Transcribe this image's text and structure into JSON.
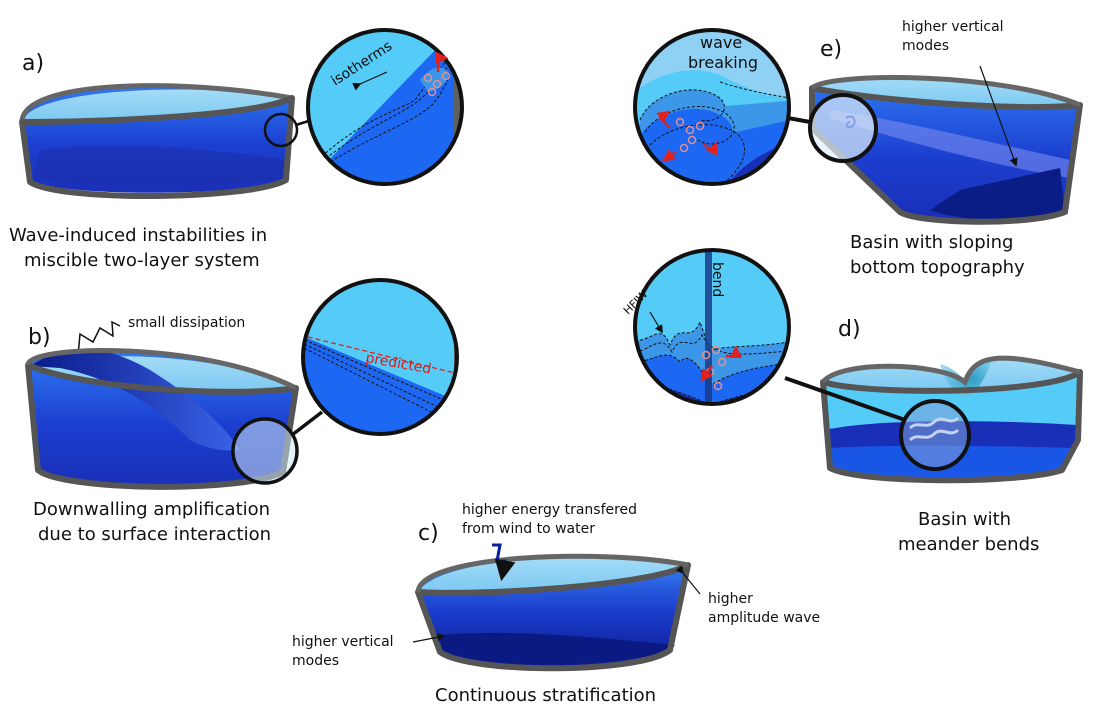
{
  "panels": {
    "a": {
      "letter": "a)",
      "caption_line1": "Wave-induced instabilities in",
      "caption_line2": "miscible two-layer system",
      "zoom_label": "isotherms"
    },
    "b": {
      "letter": "b)",
      "caption_line1": "Downwalling amplification",
      "caption_line2": "due to surface interaction",
      "annotation": "small dissipation",
      "zoom_label": "predicted"
    },
    "c": {
      "letter": "c)",
      "caption": "Continuous stratification",
      "annotation_top_line1": "higher energy transfered",
      "annotation_top_line2": "from wind to water",
      "annotation_right_line1": "higher",
      "annotation_right_line2": "amplitude wave",
      "annotation_left_line1": "higher vertical",
      "annotation_left_line2": "modes"
    },
    "d": {
      "letter": "d)",
      "caption_line1": "Basin with",
      "caption_line2": "meander bends",
      "zoom_label_bend": "bend",
      "zoom_label_hfiw": "HFIW"
    },
    "e": {
      "letter": "e)",
      "caption_line1": "Basin with sloping",
      "caption_line2": "bottom topography",
      "annotation_line1": "higher vertical",
      "annotation_line2": "modes",
      "zoom_label_line1": "wave",
      "zoom_label_line2": "breaking"
    }
  },
  "colors": {
    "light_water": "#8fd0f5",
    "cyan": "#54ccf7",
    "mid_blue": "#1d68f2",
    "deep_blue": "#0a1f9a",
    "basin_rim": "#5f5f5f",
    "arrow_red": "#e0211d"
  }
}
